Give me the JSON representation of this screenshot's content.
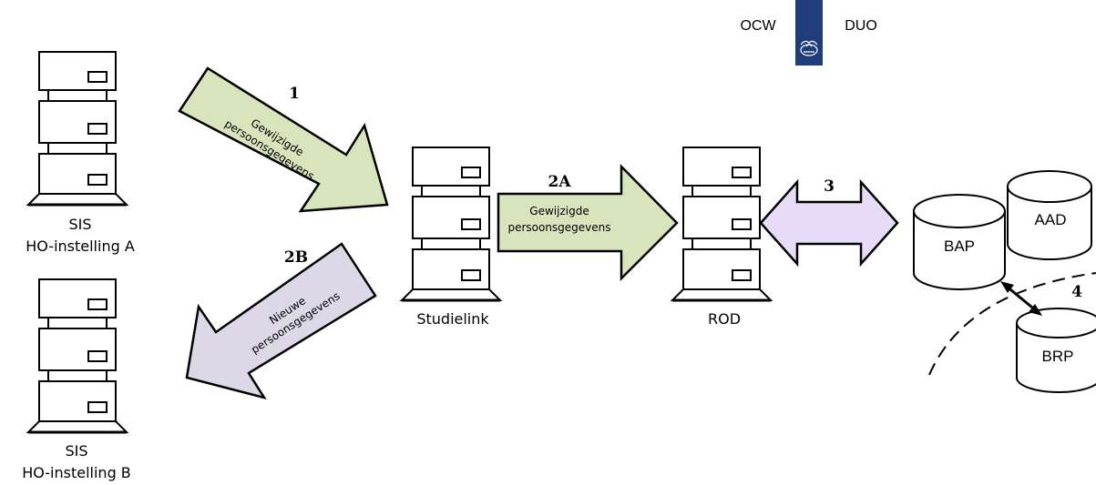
{
  "header": {
    "left_label": "OCW",
    "right_label": "DUO",
    "logo_icon": "rijksoverheid-crest-icon",
    "logo_color": "#1f3d7a"
  },
  "servers": {
    "sis_a": {
      "label_line1": "SIS",
      "label_line2": "HO-instelling A"
    },
    "sis_b": {
      "label_line1": "SIS",
      "label_line2": "HO-instelling B"
    },
    "studielink": {
      "label": "Studielink"
    },
    "rod": {
      "label": "ROD"
    }
  },
  "databases": {
    "bap": "BAP",
    "aad": "AAD",
    "brp": "BRP"
  },
  "flows": {
    "flow1": {
      "number": "1",
      "line1": "Gewijzigde",
      "line2": "persoonsgegevens",
      "color": "#d8e4bc"
    },
    "flow2a": {
      "number": "2A",
      "line1": "Gewijzigde",
      "line2": "persoonsgegevens",
      "color": "#d8e4bc"
    },
    "flow2b": {
      "number": "2B",
      "line1": "Nieuwe",
      "line2": "persoonsgegevens",
      "color": "#dcd8e8"
    },
    "flow3": {
      "number": "3",
      "color": "#e6dcf8"
    },
    "flow4": {
      "number": "4"
    }
  }
}
